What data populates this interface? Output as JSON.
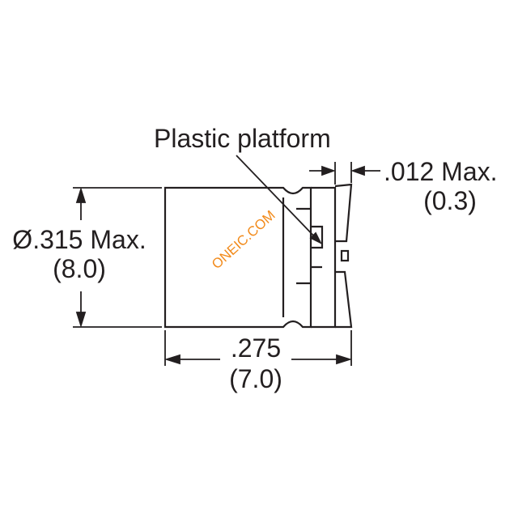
{
  "labels": {
    "platform": "Plastic platform",
    "thickness_in": ".012 Max.",
    "thickness_mm": "(0.3)",
    "diameter_in": "Ø.315 Max.",
    "diameter_mm": "(8.0)",
    "height_in": ".275",
    "height_mm": "(7.0)"
  },
  "watermark": "ONEIC.COM",
  "colors": {
    "line": "#231f20",
    "text": "#231f20",
    "watermark": "#f28a1a",
    "background": "#ffffff"
  }
}
